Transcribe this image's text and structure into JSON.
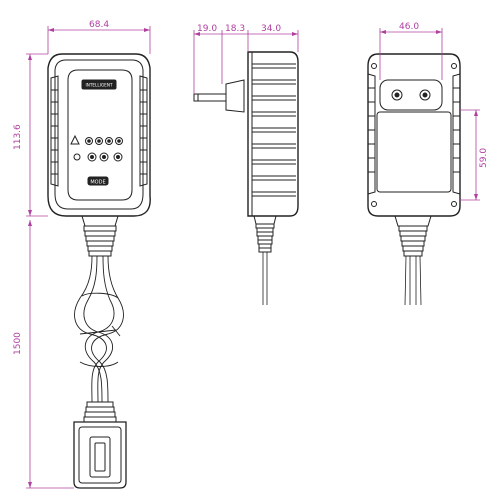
{
  "dimensions": {
    "front_width": "68.4",
    "front_height": "113.6",
    "cable_length": "1500",
    "side_plug_depth": "19.0",
    "side_mid_depth": "18.3",
    "side_body_depth": "34.0",
    "back_plug_width": "46.0",
    "back_plug_height": "59.0"
  },
  "labels": {
    "brand_plate": "INTELLIGENT",
    "mode_button": "MODE"
  },
  "colors": {
    "line": "#222222",
    "dimension": "#b040a0"
  }
}
